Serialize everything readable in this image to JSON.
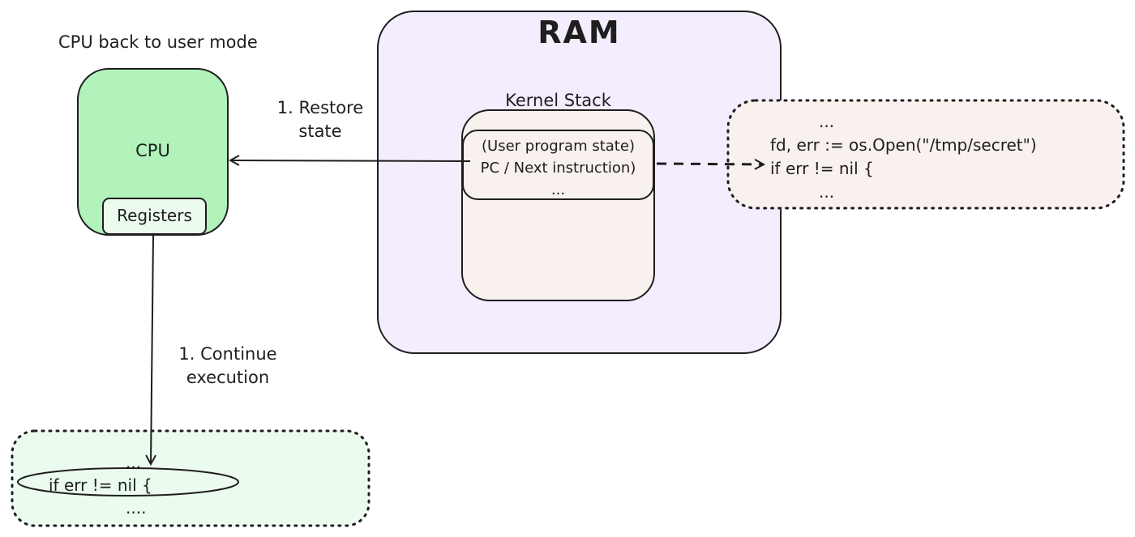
{
  "colors": {
    "ram_fill": "#f3edfd",
    "cpu_fill": "#b2f2bb",
    "stack_fill": "#f8f1ee",
    "code_right_fill": "#f8f1ee",
    "code_bottom_fill": "#ebfbee",
    "stroke": "#1e1e1e"
  },
  "cpu": {
    "caption": "CPU back to user mode",
    "label": "CPU",
    "registers_label": "Registers"
  },
  "ram": {
    "title": "RAM",
    "kernel_stack": {
      "title": "Kernel Stack",
      "lines": [
        "(User program state)",
        "PC / Next instruction)",
        "..."
      ]
    }
  },
  "arrows": {
    "restore_label": [
      "1. Restore",
      "state"
    ],
    "continue_label": [
      "1. Continue",
      "execution"
    ]
  },
  "code_right": {
    "lines": [
      "...",
      "fd, err := os.Open(\"/tmp/secret\")",
      "if err != nil {",
      "..."
    ]
  },
  "code_bottom": {
    "lines": [
      "...",
      "if err != nil {",
      "...."
    ]
  }
}
